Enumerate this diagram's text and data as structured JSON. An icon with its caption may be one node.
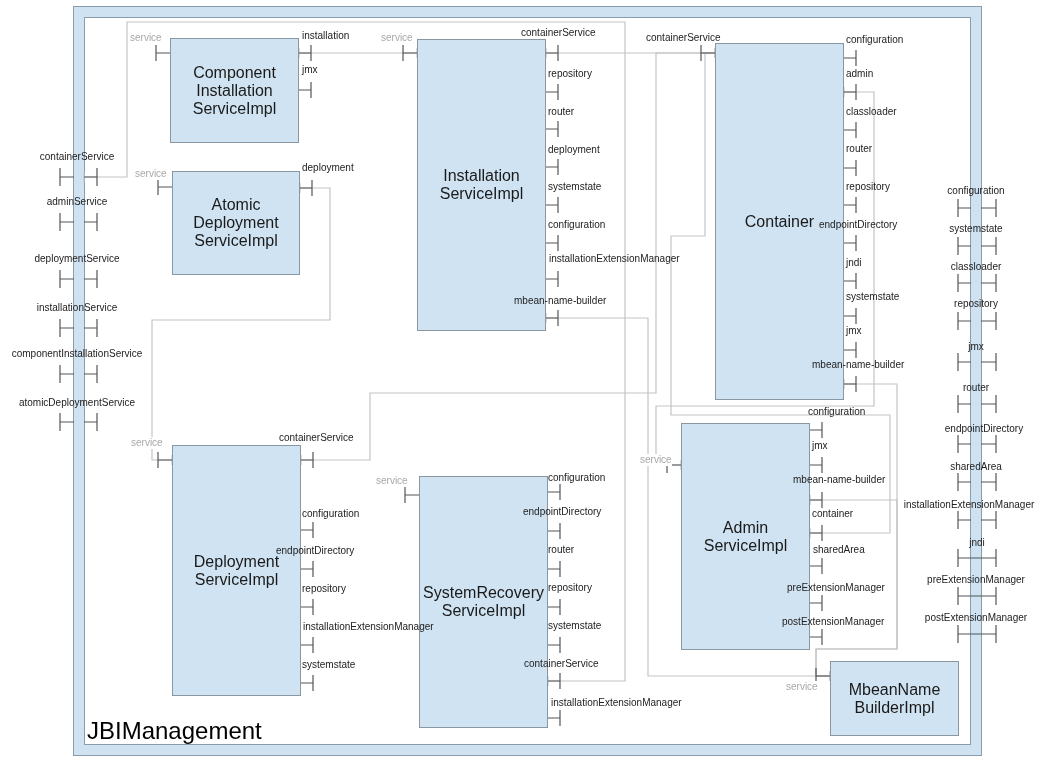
{
  "diagram": {
    "nodes": [
      {
        "text": [
          "JBIManagement"
        ],
        "beside": [
          "containerService",
          "adminService",
          "deploymentService",
          "installationService",
          "componentInstallationService",
          "atomicDeploymentService",
          "configuration",
          "systemstate",
          "classloader",
          "repository",
          "jmx",
          "router",
          "endpointDirectory",
          "sharedArea",
          "installationExtensionManager",
          "jndi",
          "preExtensionManager",
          "postExtensionManager"
        ]
      },
      {
        "text": [
          "Component Installation ServiceImpl"
        ],
        "in": 0,
        "beside": [
          "service",
          "installation",
          "jmx"
        ]
      },
      {
        "text": [
          "Atomic Deployment ServiceImpl"
        ],
        "in": 0,
        "beside": [
          "service",
          "deployment"
        ]
      },
      {
        "text": [
          "Installation ServiceImpl"
        ],
        "in": 0,
        "beside": [
          "service",
          "containerService",
          "repository",
          "router",
          "deployment",
          "systemstate",
          "configuration",
          "installationExtensionManager",
          "mbean-name-builder"
        ]
      },
      {
        "text": [
          "Container"
        ],
        "in": 0,
        "beside": [
          "containerService",
          "configuration",
          "admin",
          "classloader",
          "router",
          "repository",
          "endpointDirectory",
          "jndi",
          "systemstate",
          "jmx",
          "mbean-name-builder"
        ]
      },
      {
        "text": [
          "Deployment ServiceImpl"
        ],
        "in": 0,
        "beside": [
          "service",
          "containerService",
          "configuration",
          "endpointDirectory",
          "repository",
          "installationExtensionManager",
          "systemstate"
        ]
      },
      {
        "text": [
          "SystemRecovery ServiceImpl"
        ],
        "in": 0,
        "beside": [
          "service",
          "configuration",
          "endpointDirectory",
          "router",
          "repository",
          "systemstate",
          "containerService",
          "installationExtensionManager"
        ]
      },
      {
        "text": [
          "Admin ServiceImpl"
        ],
        "in": 0,
        "beside": [
          "service",
          "configuration",
          "jmx",
          "mbean-name-builder",
          "container",
          "sharedArea",
          "preExtensionManager",
          "postExtensionManager"
        ]
      },
      {
        "text": [
          "MbeanName BuilderImpl"
        ],
        "in": 0,
        "beside": [
          "service"
        ]
      }
    ],
    "edges": [
      {
        "from": 1,
        "to": 3,
        "arrow": "other"
      },
      {
        "from": 3,
        "to": 4,
        "arrow": "other"
      },
      {
        "from": 5,
        "to": 4,
        "arrow": "other"
      },
      {
        "from": 7,
        "to": 4,
        "arrow": "other"
      },
      {
        "from": 4,
        "to": 7,
        "arrow": "other"
      },
      {
        "from": 2,
        "to": 5,
        "arrow": "other"
      },
      {
        "from": 3,
        "to": 8,
        "arrow": "other"
      },
      {
        "from": 4,
        "to": 8,
        "arrow": "other"
      },
      {
        "from": 7,
        "to": 8,
        "arrow": "other"
      },
      {
        "from": 6,
        "to": 0,
        "arrow": "other"
      }
    ]
  }
}
